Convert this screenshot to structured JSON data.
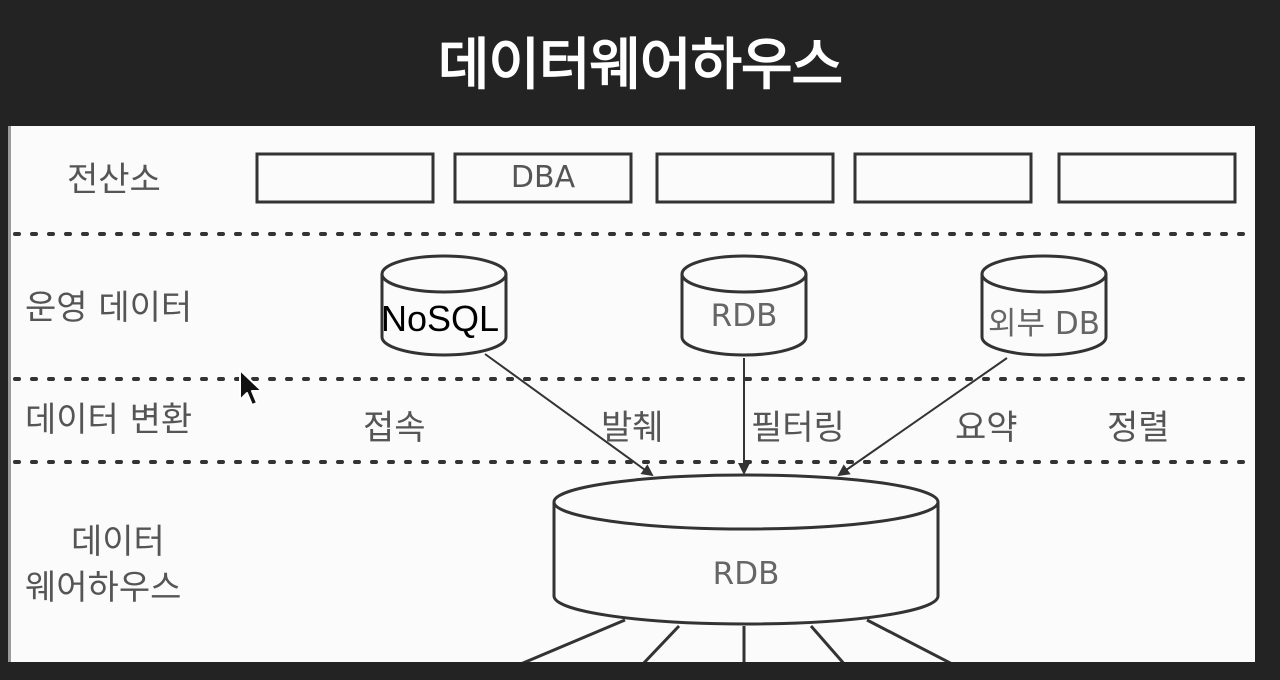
{
  "title": "데이터웨어하우스",
  "rows": {
    "datacenter": "전산소",
    "operational": "운영 데이터",
    "transform": "데이터 변환",
    "warehouse_line1": "데이터",
    "warehouse_line2": "웨어하우스"
  },
  "datacenter_boxes": [
    "",
    "DBA",
    "",
    "",
    ""
  ],
  "sources": {
    "nosql": "NoSQL",
    "rdb": "RDB",
    "external": "외부 DB"
  },
  "transform_steps": [
    "접속",
    "발췌",
    "필터링",
    "요약",
    "정렬"
  ],
  "warehouse_db": "RDB"
}
